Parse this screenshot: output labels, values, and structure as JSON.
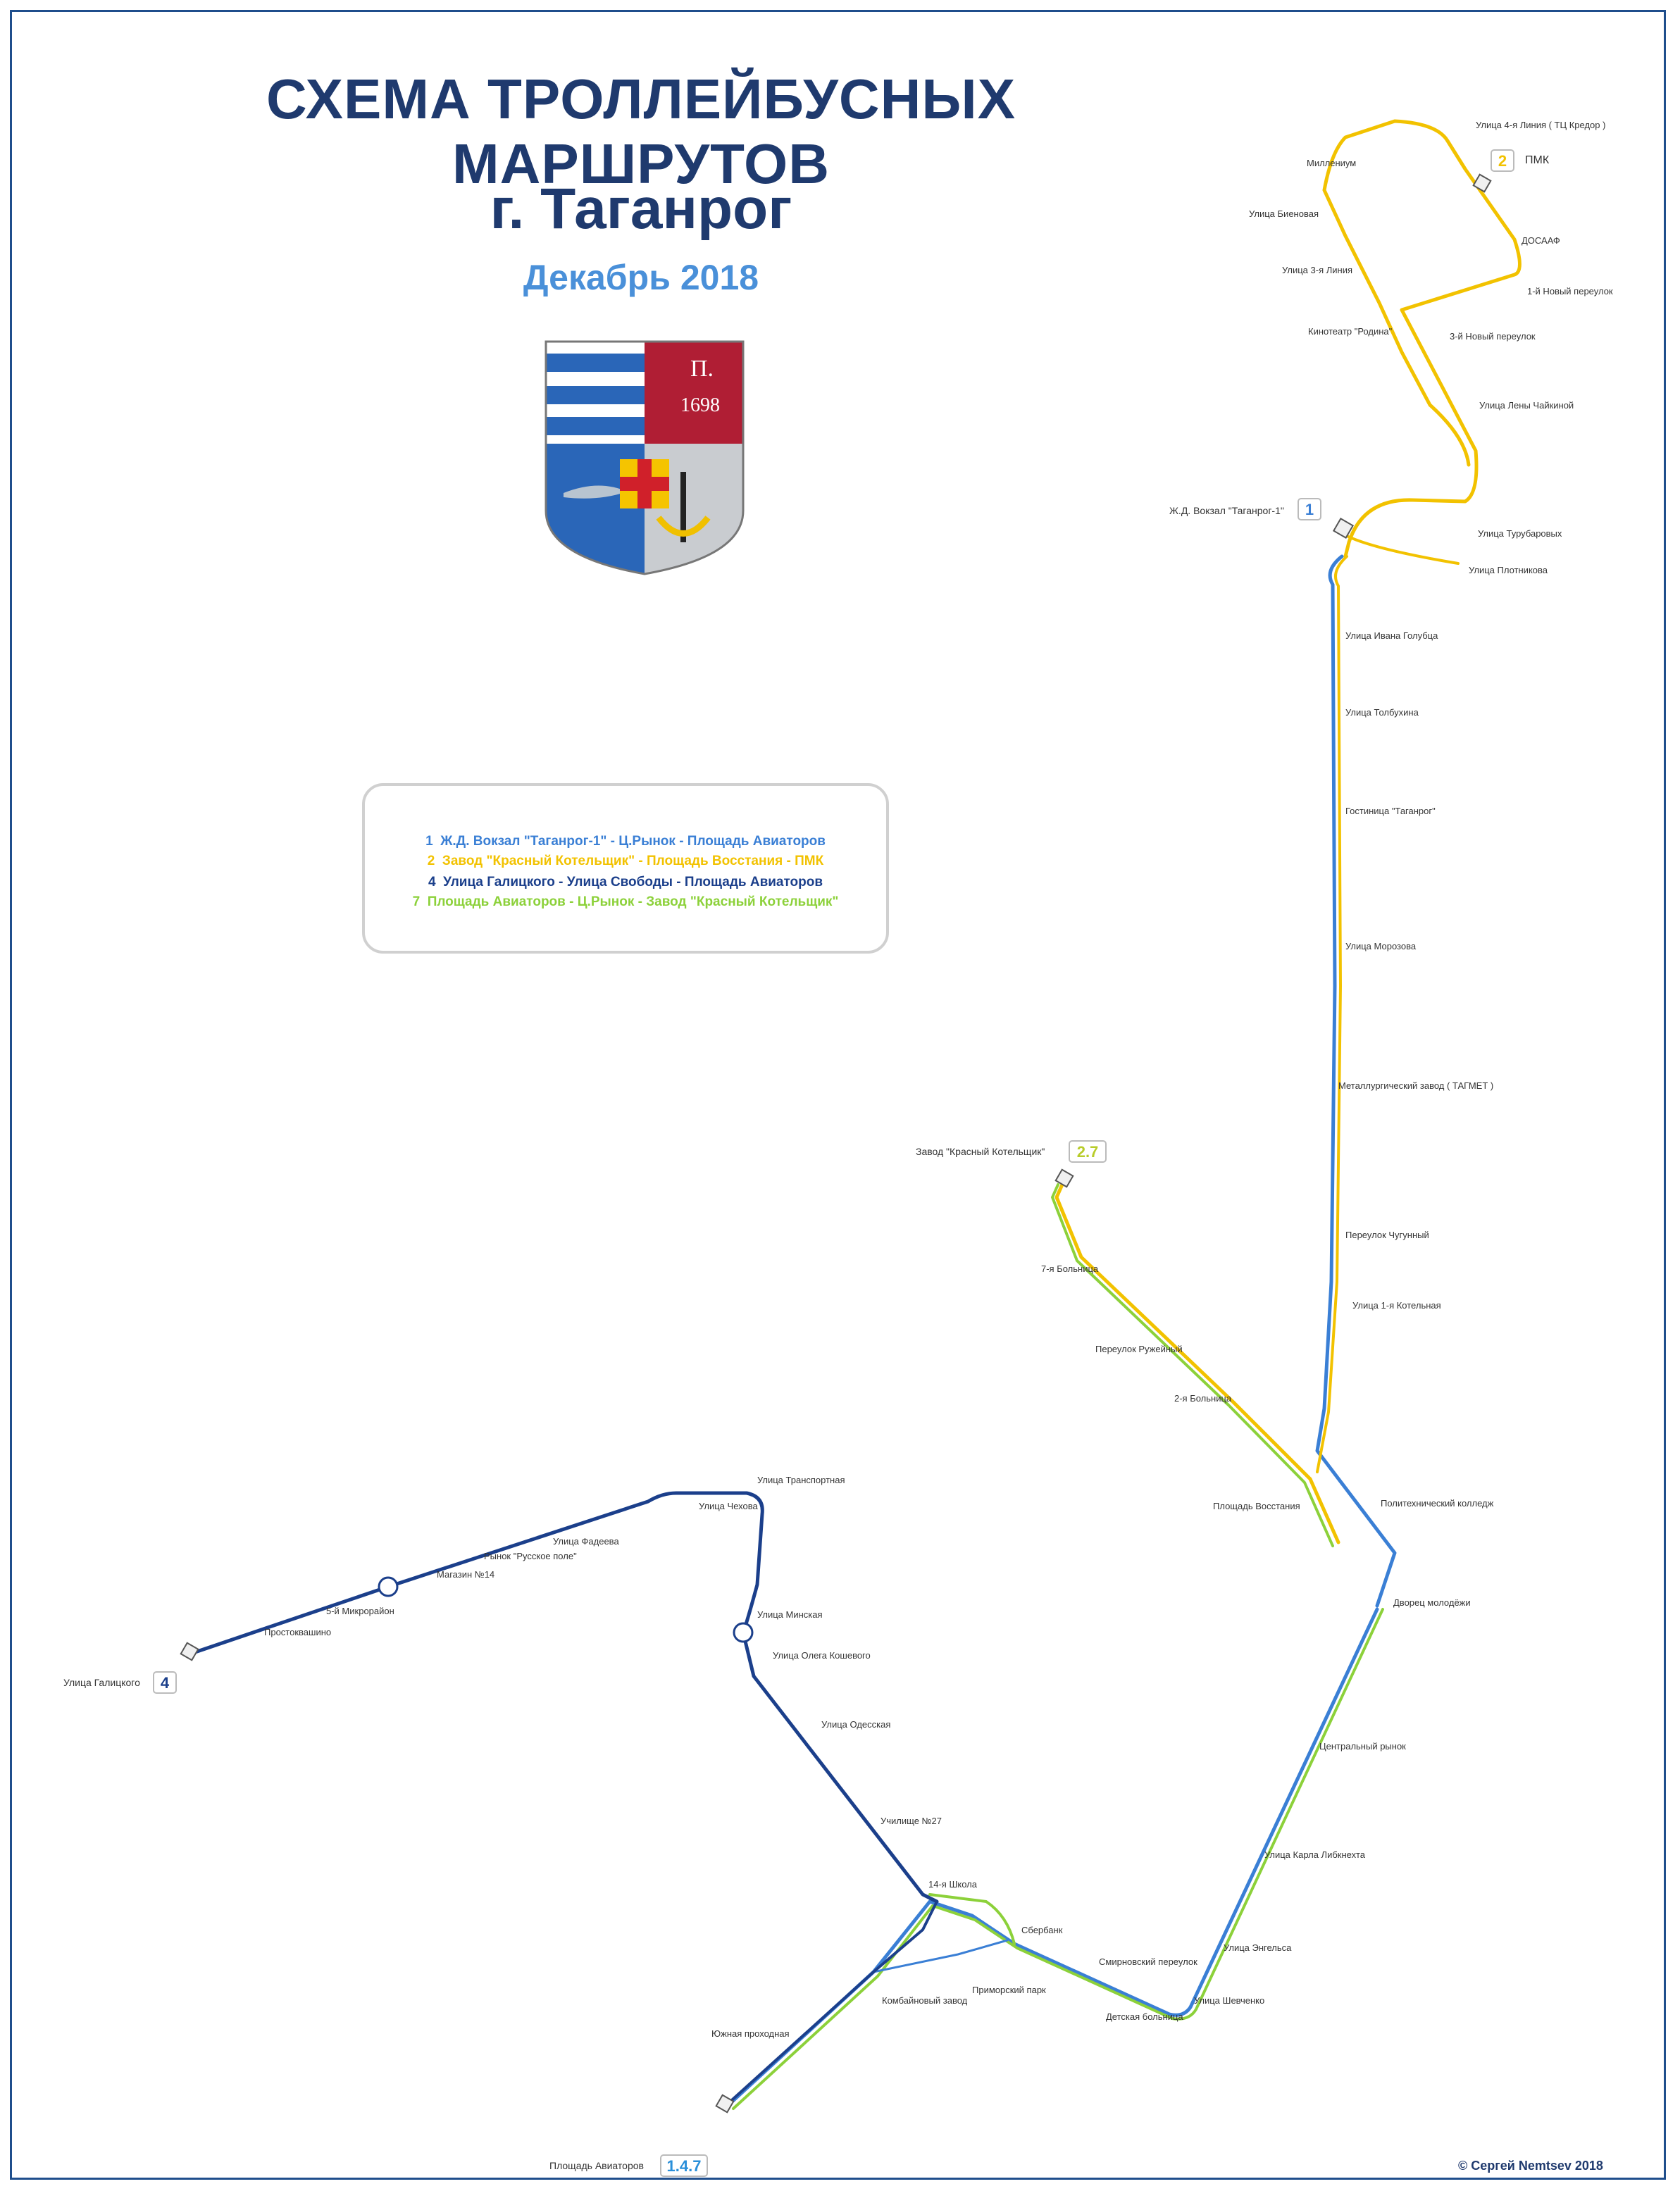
{
  "header": {
    "title": "СХЕМА ТРОЛЛЕЙБУСНЫХ МАРШРУТОВ",
    "city": "г. Таганрог",
    "date": "Декабрь 2018"
  },
  "coat_of_arms": {
    "letter": "П.",
    "year": "1698"
  },
  "legend": {
    "routes": [
      {
        "number": "1",
        "text": "Ж.Д. Вокзал \"Таганрог-1\"  -  Ц.Рынок  -  Площадь Авиаторов",
        "color": "#3a7fd5"
      },
      {
        "number": "2",
        "text": "Завод \"Красный Котельщик\"  -  Площадь Восстания  -  ПМК",
        "color": "#f2c200"
      },
      {
        "number": "4",
        "text": "Улица Галицкого  -  Улица Свободы  -  Площадь Авиаторов",
        "color": "#1b3f8b"
      },
      {
        "number": "7",
        "text": "Площадь Авиаторов  -  Ц.Рынок  -  Завод \"Красный Котельщик\"",
        "color": "#8cd13a"
      }
    ]
  },
  "terminals": {
    "pmk": {
      "label": "ПМК",
      "badge": "2"
    },
    "vokzal": {
      "label": "Ж.Д. Вокзал \"Таганрог-1\"",
      "badge": "1"
    },
    "kotelshik": {
      "label": "Завод \"Красный Котельщик\"",
      "badge": "2.7"
    },
    "galitskogo": {
      "label": "Улица Галицкого",
      "badge": "4"
    },
    "aviatorov": {
      "label": "Площадь Авиаторов",
      "badge": "1.4.7"
    }
  },
  "stops": {
    "north_loop": [
      "Улица 4-я Линия ( ТЦ Кредор )",
      "Миллениум",
      "Улица Биеновая",
      "Улица 3-я Линия",
      "Кинотеатр \"Родина\"",
      "ДОСААФ",
      "1-й Новый переулок",
      "3-й Новый переулок",
      "Улица Лены Чайкиной",
      "Улица Турубаровых",
      "Улица Плотникова"
    ],
    "route1": [
      "Улица Ивана Голубца",
      "Улица Толбухина",
      "Гостиница \"Таганрог\"",
      "Улица Морозова",
      "Металлургический завод ( ТАГМЕТ )",
      "Переулок Чугунный",
      "Улица 1-я Котельная"
    ],
    "route2": [
      "7-я Больница",
      "Переулок Ружейный",
      "2-я Больница",
      "Площадь Восстания",
      "Политехнический колледж",
      "Дворец молодёжи"
    ],
    "center": [
      "Центральный рынок",
      "Улица Карла Либкнехта",
      "Улица Энгельса",
      "Улица Шевченко",
      "Детская больница",
      "Смирновский переулок",
      "Сбербанк",
      "Приморский парк",
      "14-я Школа",
      "Комбайновый завод",
      "Южная проходная"
    ],
    "route4": [
      "Улица Транспортная",
      "Улица Чехова",
      "Улица Фадеева",
      "Рынок \"Русское поле\"",
      "Магазин №14",
      "5-й Микрорайон",
      "Простоквашино",
      "Улица Минская",
      "Улица Олега Кошевого",
      "Улица Одесская",
      "Училище №27"
    ]
  },
  "copyright": "©  Сергей Nemtsev  2018",
  "colors": {
    "route1": "#3a7fd5",
    "route2": "#f2c200",
    "route4": "#1b3f8b",
    "route7": "#8cd13a",
    "title": "#1f3a6e"
  }
}
